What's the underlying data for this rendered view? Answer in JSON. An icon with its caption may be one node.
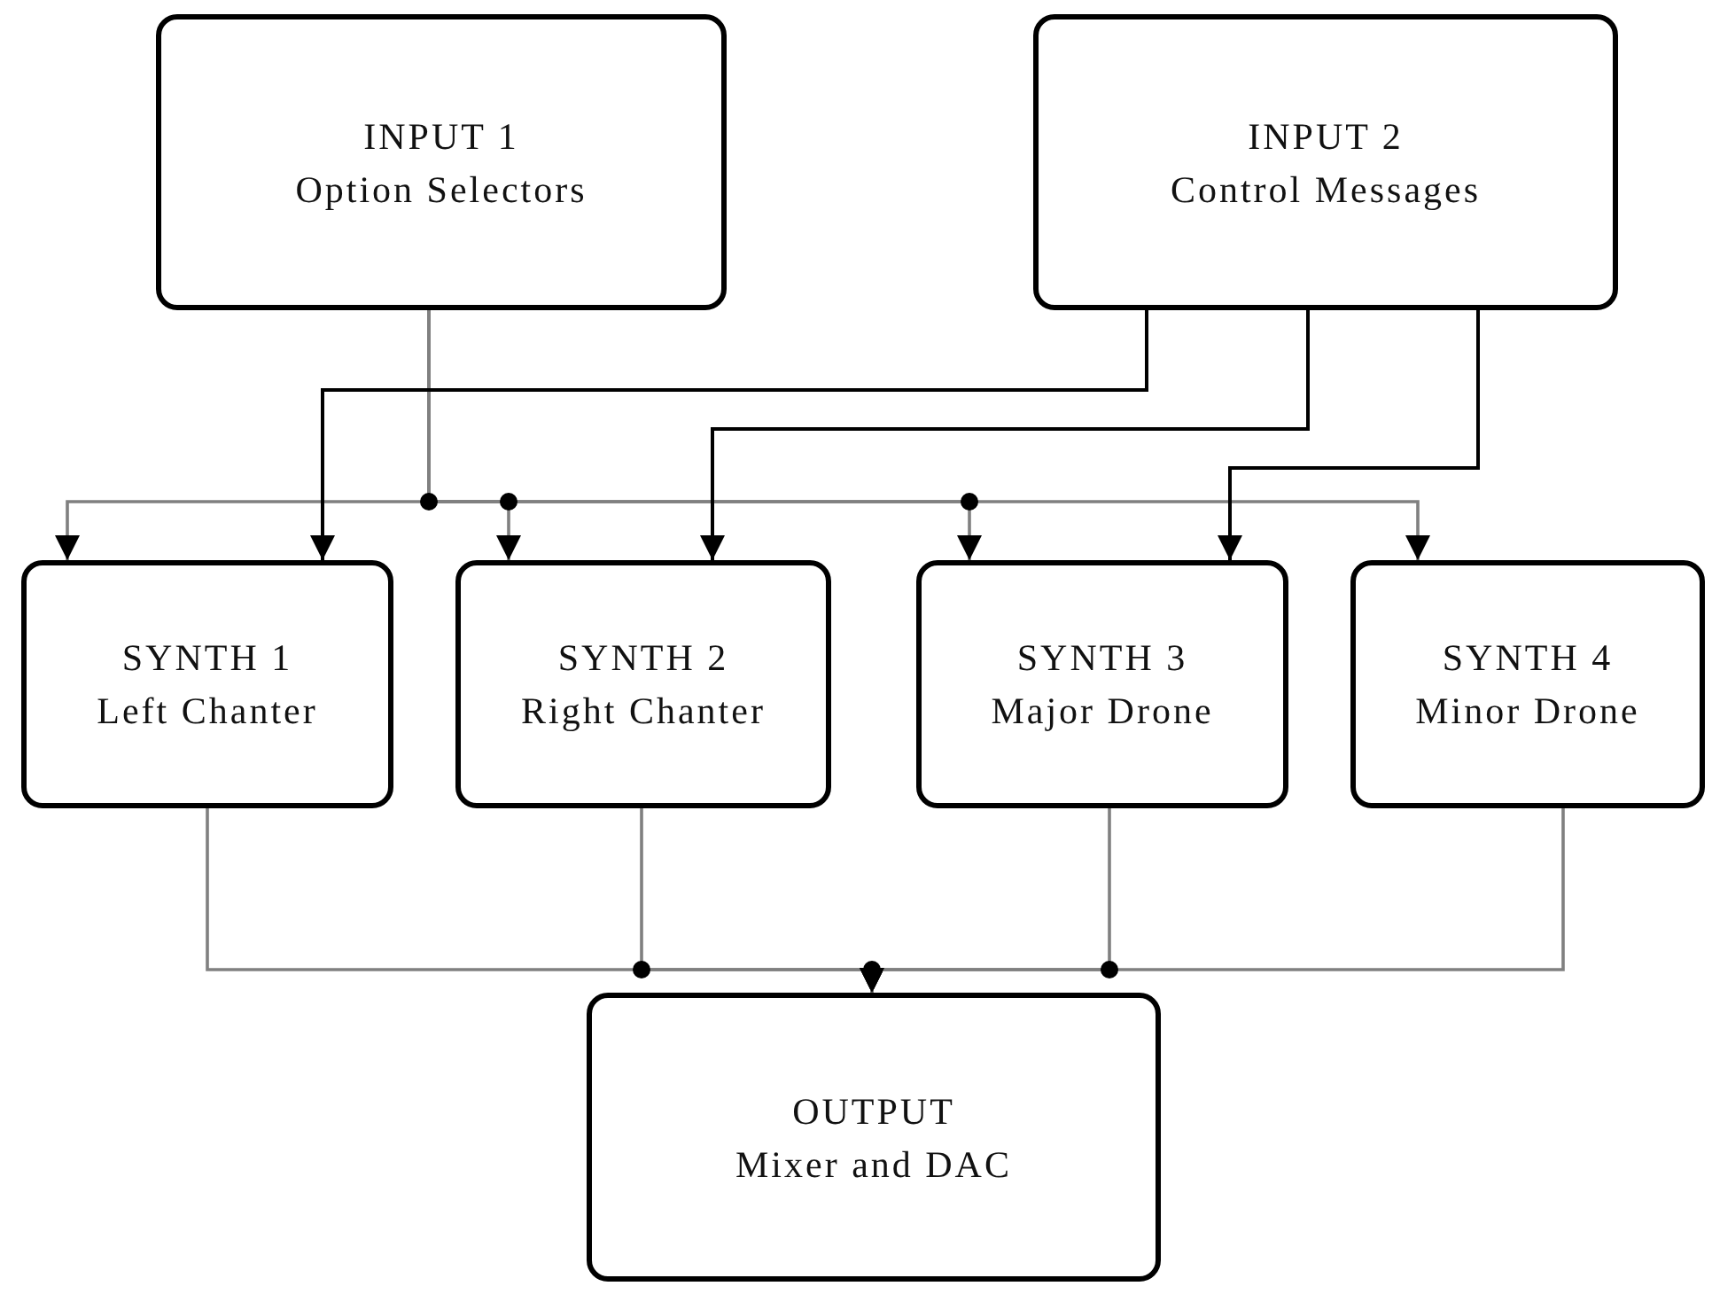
{
  "diagram": {
    "nodes": [
      {
        "text": [
          "INPUT 1",
          "Option Selectors"
        ]
      },
      {
        "text": [
          "INPUT 2",
          "Control Messages"
        ]
      },
      {
        "text": [
          "SYNTH 1",
          "Left Chanter"
        ]
      },
      {
        "text": [
          "SYNTH 2",
          "Right Chanter"
        ]
      },
      {
        "text": [
          "SYNTH 3",
          "Major Drone"
        ]
      },
      {
        "text": [
          "SYNTH 4",
          "Minor Drone"
        ]
      },
      {
        "text": [
          "OUTPUT",
          "Mixer and DAC"
        ]
      }
    ],
    "edges": [
      {
        "from": 0,
        "to": 2,
        "arrow": "to"
      },
      {
        "from": 0,
        "to": 3,
        "arrow": "to"
      },
      {
        "from": 0,
        "to": 4,
        "arrow": "to"
      },
      {
        "from": 0,
        "to": 5,
        "arrow": "to"
      },
      {
        "from": 1,
        "to": 2,
        "arrow": "to",
        "color": "#000000"
      },
      {
        "from": 1,
        "to": 3,
        "arrow": "to",
        "color": "#000000"
      },
      {
        "from": 1,
        "to": 4,
        "arrow": "to",
        "color": "#000000"
      },
      {
        "from": 2,
        "to": 6,
        "arrow": "to"
      },
      {
        "from": 3,
        "to": 6,
        "arrow": "to"
      },
      {
        "from": 4,
        "to": 6,
        "arrow": "to"
      },
      {
        "from": 5,
        "to": 6,
        "arrow": "to"
      }
    ]
  }
}
